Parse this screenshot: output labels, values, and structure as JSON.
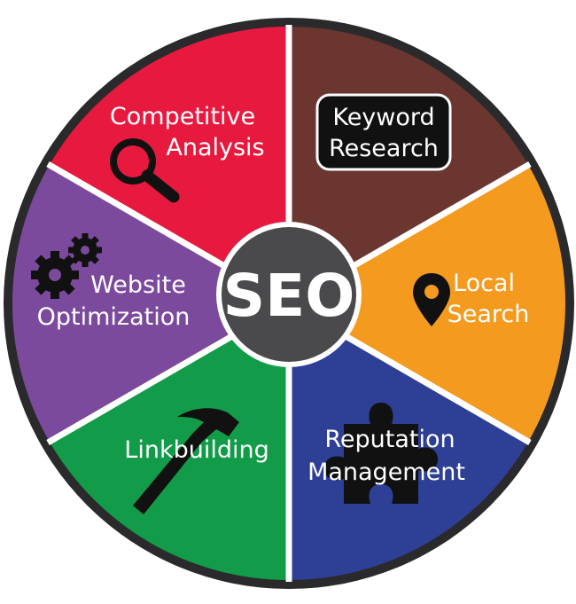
{
  "diagram": {
    "center": {
      "label": "SEO",
      "color": "#4a4a4c"
    },
    "border_color": "#2a2a2c",
    "divider_color": "#ffffff",
    "segments": [
      {
        "id": "keyword",
        "line1": "Keyword",
        "line2": "Research",
        "color": "#6b3530",
        "icon": "rounded-box-frame",
        "boxed": true
      },
      {
        "id": "local",
        "line1": "Local",
        "line2": "Search",
        "color": "#f39a1f",
        "icon": "map-pin-icon"
      },
      {
        "id": "reputation",
        "line1": "Reputation",
        "line2": "Management",
        "color": "#2e3f96",
        "icon": "puzzle-piece-icon"
      },
      {
        "id": "linkbuilding",
        "line1": "Linkbuilding",
        "line2": "",
        "color": "#129b48",
        "icon": "hammer-icon"
      },
      {
        "id": "website",
        "line1": "Website",
        "line2": "Optimization",
        "color": "#7c4a9c",
        "icon": "gears-icon"
      },
      {
        "id": "competitive",
        "line1": "Competitive",
        "line2": "Analysis",
        "color": "#e8193f",
        "icon": "magnifier-icon"
      }
    ]
  }
}
